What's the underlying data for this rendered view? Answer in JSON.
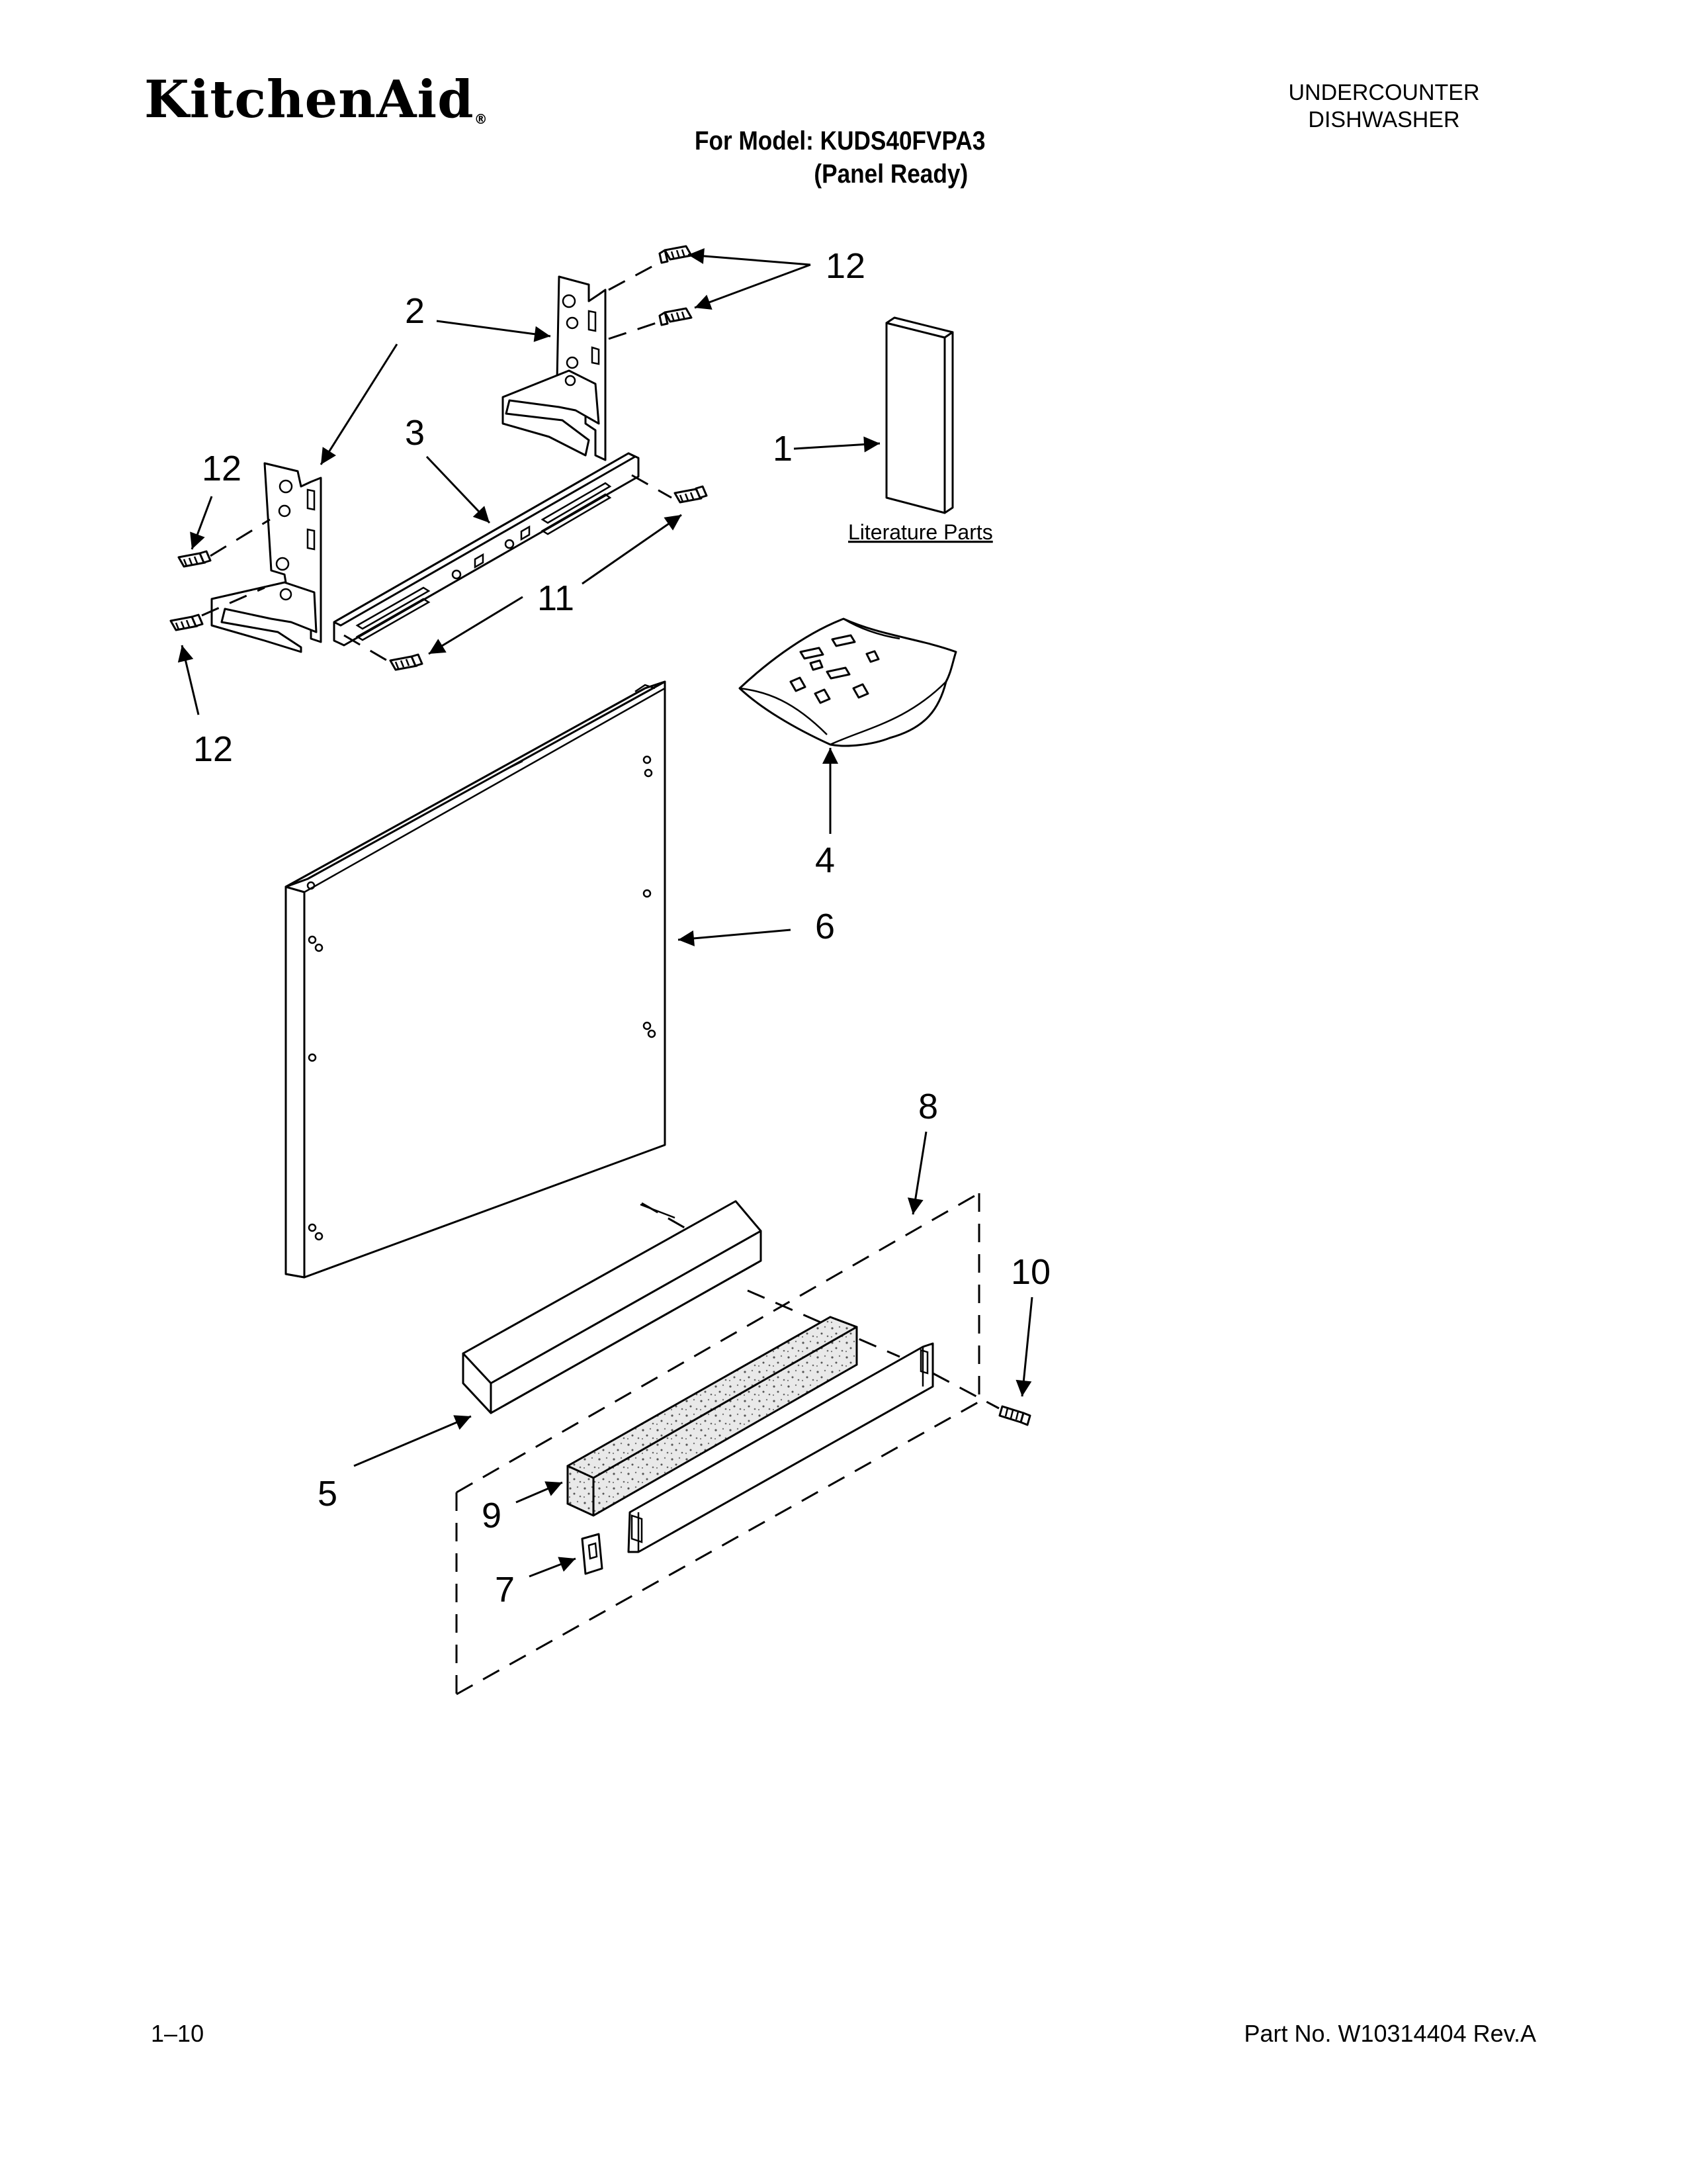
{
  "header": {
    "brand": "KitchenAid",
    "brand_mark": "®",
    "model_line": "For Model: KUDS40FVPA3",
    "model_variant": "(Panel Ready)",
    "product_line1": "UNDERCOUNTER",
    "product_line2": "DISHWASHER"
  },
  "diagram": {
    "literature_label": "Literature Parts",
    "callouts": {
      "c1": "1",
      "c2": "2",
      "c3": "3",
      "c4": "4",
      "c5": "5",
      "c6": "6",
      "c7": "7",
      "c8": "8",
      "c9": "9",
      "c10": "10",
      "c11": "11",
      "c12a": "12",
      "c12b": "12",
      "c12c": "12"
    }
  },
  "footer": {
    "page_number": "1–10",
    "part_number": "Part No. W10314404 Rev.A"
  }
}
